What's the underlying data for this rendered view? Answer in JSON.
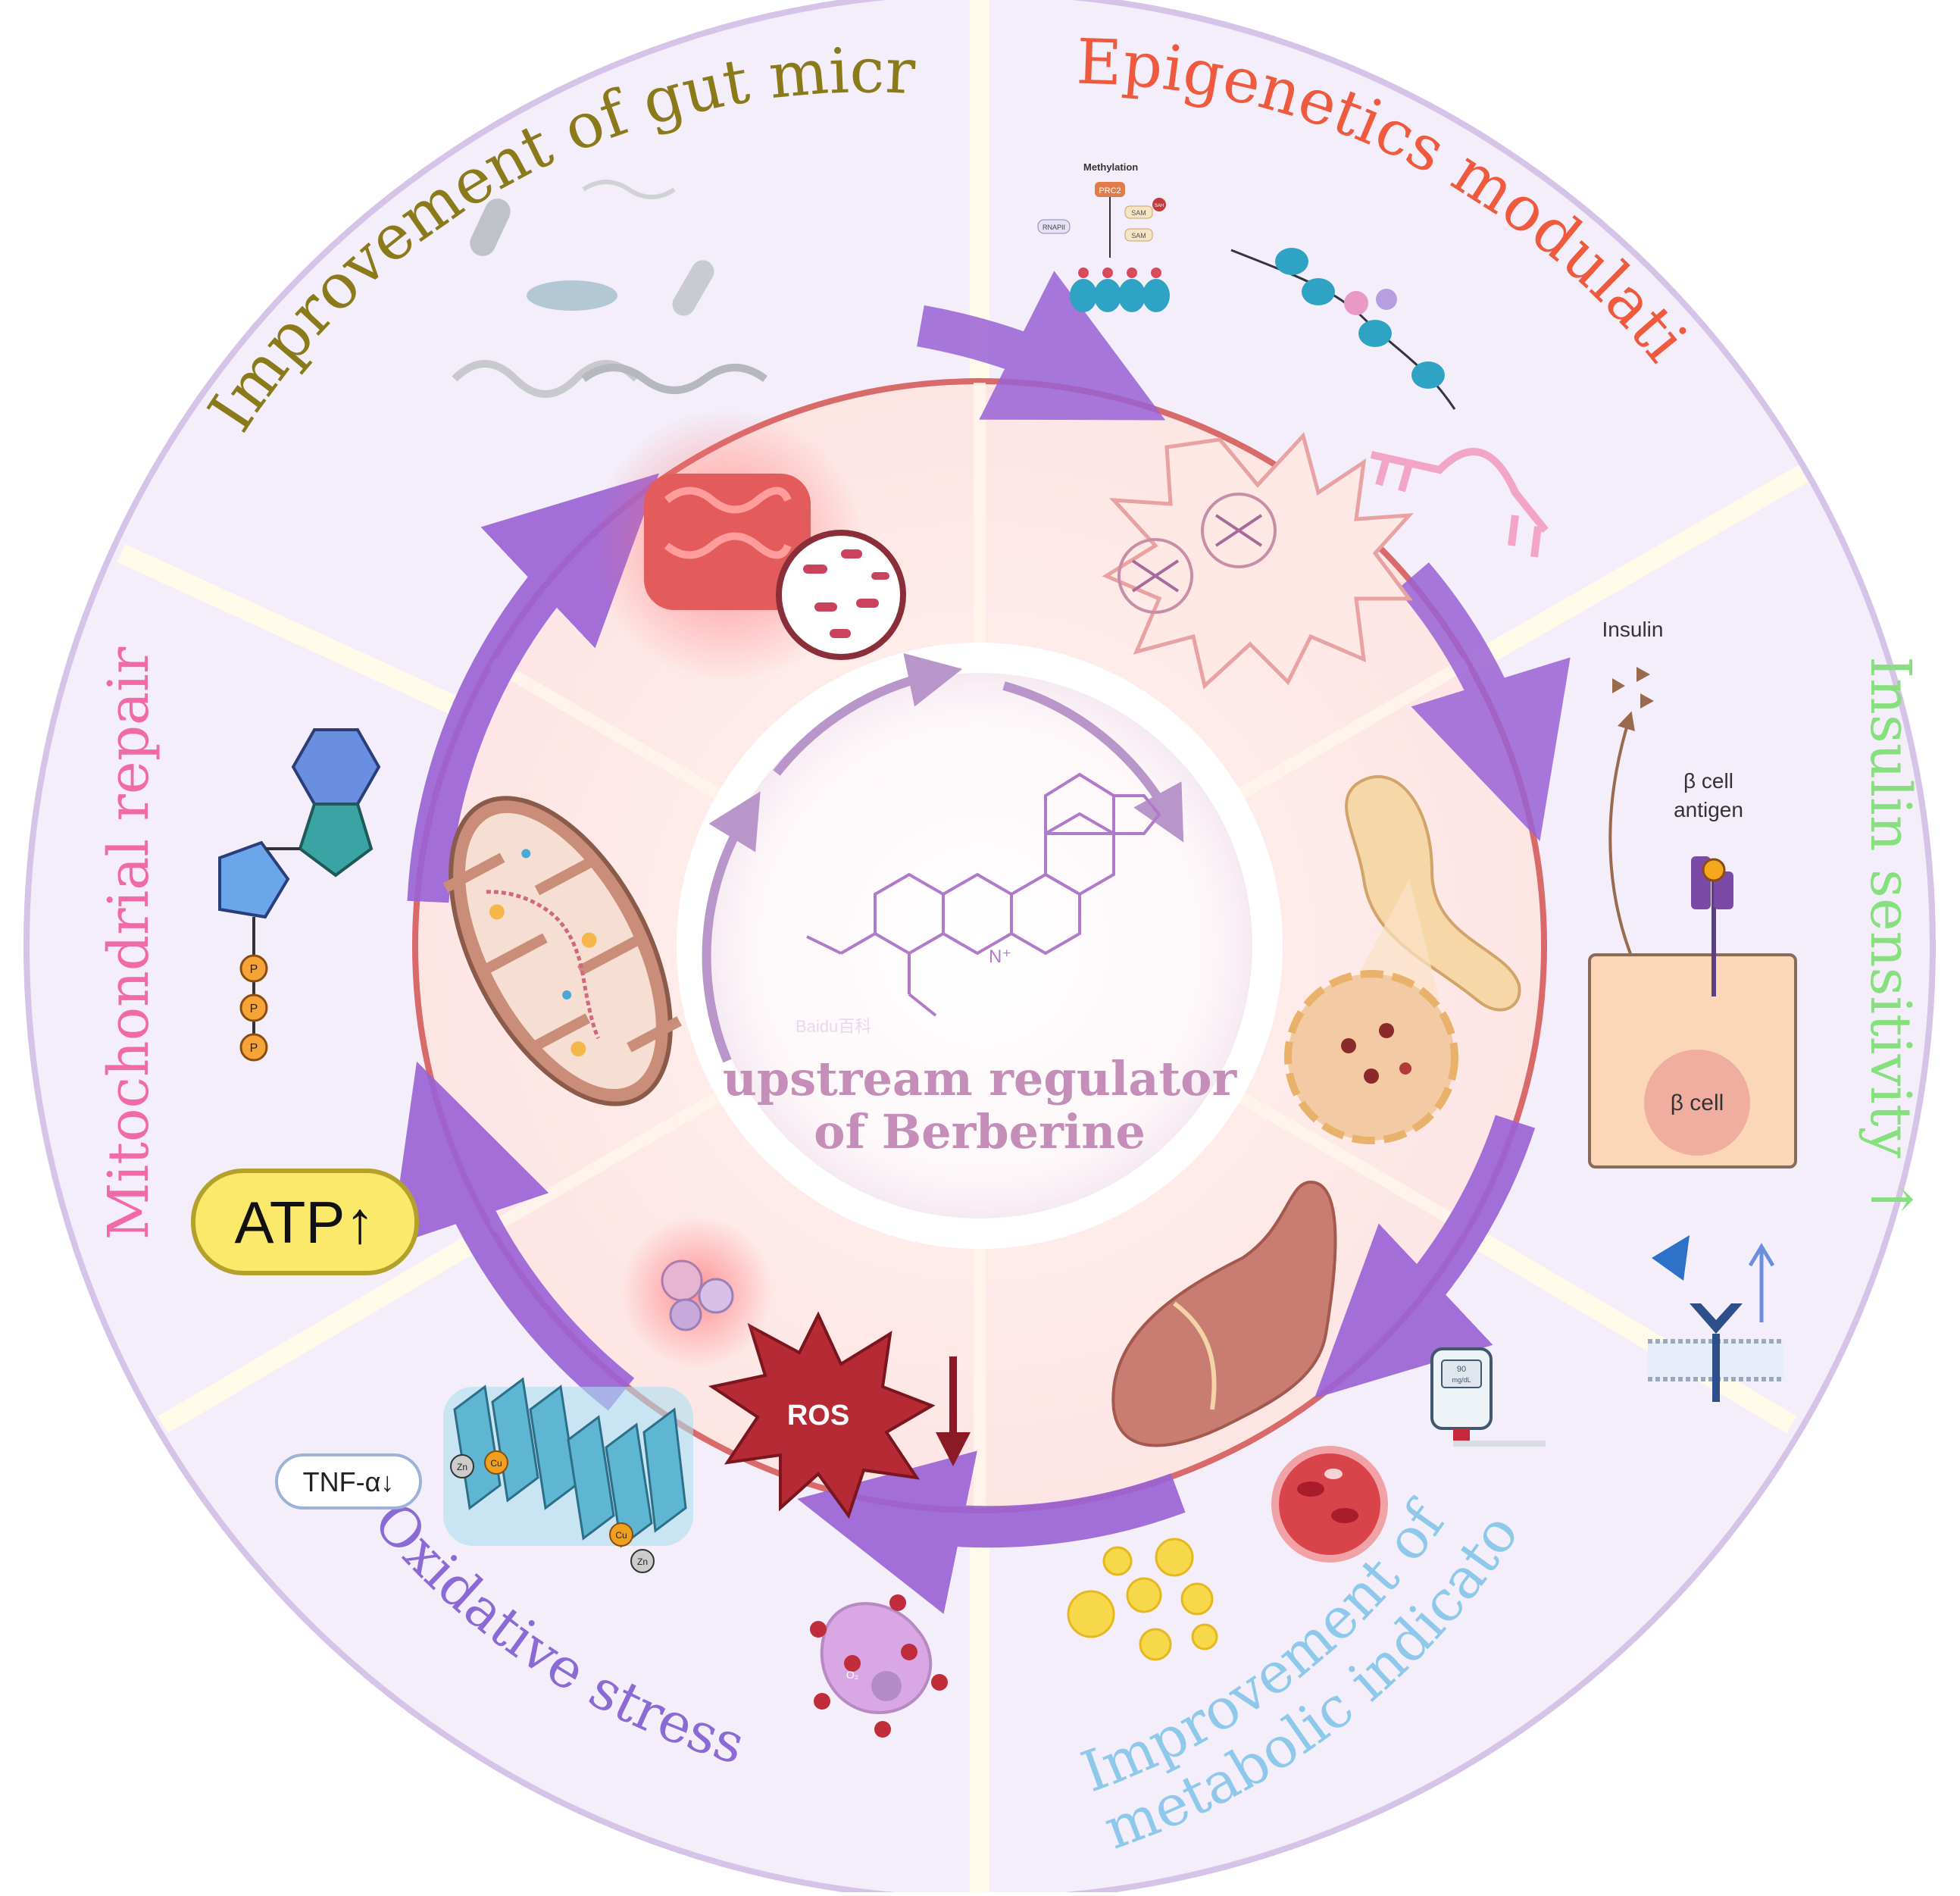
{
  "center": {
    "title_line1": "upstream regulator",
    "title_line2": "of Berberine",
    "watermark": "Baidu百科"
  },
  "sectors": {
    "gut": {
      "label": "Improvement of gut microbiota",
      "color": "#8a7a1a"
    },
    "epigenetics": {
      "label": "Epigenetics modulation",
      "color": "#ef5a3e",
      "methylation": "Methylation",
      "prc2": "PRC2",
      "sam1": "SAM",
      "sam2": "SAM",
      "rnapii": "RNAPII",
      "sam_tag": "SAH"
    },
    "insulin": {
      "label": "Insulin sensitivity ↑",
      "color": "#86e07e",
      "insulin_text": "Insulin",
      "antigen_line1": "β cell",
      "antigen_line2": "antigen",
      "beta_cell": "β cell"
    },
    "metabolic": {
      "label_line1": "Improvement of",
      "label_line2": "metabolic indicators",
      "color": "#8ec9ec",
      "meter_value": "90",
      "meter_unit": "mg/dL"
    },
    "oxidative": {
      "label": "Oxidative stress↓",
      "color": "#8c6ad6",
      "tnf": "TNF-α↓",
      "zn1": "Zn",
      "cu1": "Cu",
      "zn2": "Zn",
      "cu2": "Cu",
      "ros": "ROS",
      "o2": "O₂"
    },
    "mito": {
      "label": "Mitochondrial repair",
      "color": "#f06aa8",
      "atp": "ATP↑",
      "p1": "P",
      "p2": "P",
      "p3": "P"
    }
  }
}
